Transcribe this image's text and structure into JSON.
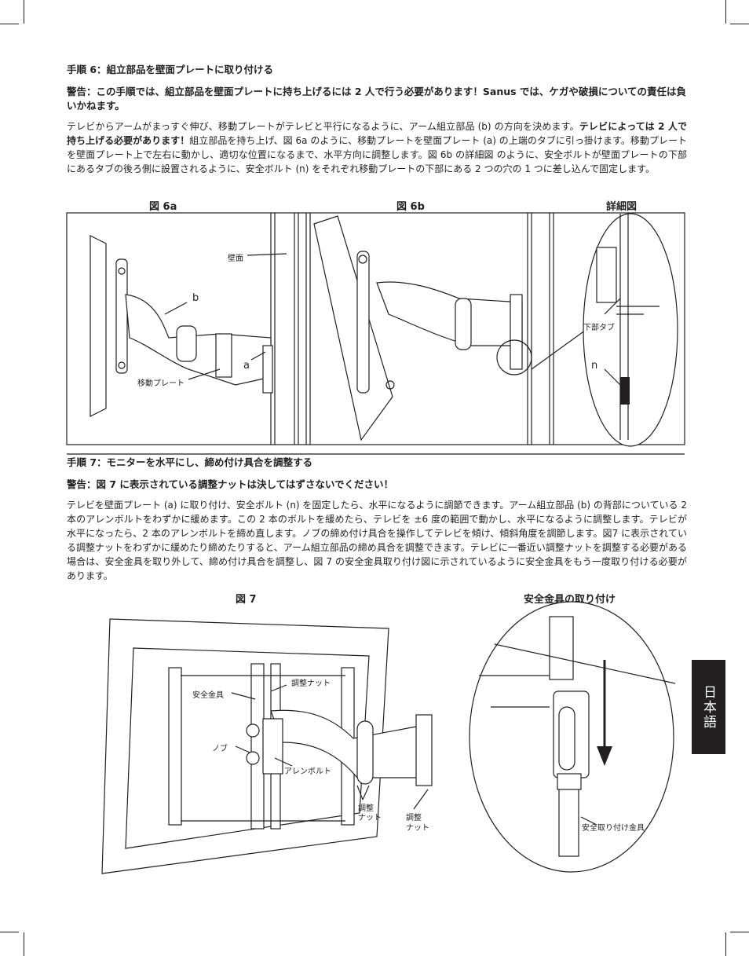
{
  "step6": {
    "heading": "手順 6：組立部品を壁面プレートに取り付ける",
    "warning": "警告：この手順では、組立部品を壁面プレートに持ち上げるには 2 人で行う必要があります！Sanus では、ケガや破損についての責任は負いかねます。",
    "para_a": "テレビからアームがまっすぐ伸び、移動プレートがテレビと平行になるように、アーム組立部品 (b) の方向を決めます。",
    "para_bold": "テレビによっては 2 人で持ち上げる必要があります！",
    "para_b": "組立部品を持ち上げ、図 6a のように、移動プレートを壁面プレート (a) の上端のタブに引っ掛けます。移動プレートを壁面プレート上で左右に動かし、適切な位置になるまで、水平方向に調整します。図 6b の詳細図 のように、安全ボルトが壁面プレートの下部にあるタブの後ろ側に設置されるように、安全ボルト (n) をそれぞれ移動プレートの下部にある 2 つの穴の 1 つに差し込んで固定します。"
  },
  "fig6": {
    "label_a": "図 6a",
    "label_b": "図 6b",
    "label_detail": "詳細図",
    "callout_wall": "壁面",
    "callout_b": "b",
    "callout_a": "a",
    "callout_moving_plate": "移動プレート",
    "callout_lower_tab": "下部タブ",
    "callout_n": "n"
  },
  "step7": {
    "heading": "手順 7：モニターを水平にし、締め付け具合を調整する",
    "warning": "警告：図 7 に表示されている調整ナットは決してはずさないでください！",
    "para": "テレビを壁面プレート (a) に取り付け、安全ボルト (n) を固定したら、水平になるように調節できます。アーム組立部品 (b) の背部についている 2 本のアレンボルトをわずかに緩めます。この 2 本のボルトを緩めたら、テレビを ±6 度の範囲で動かし、水平になるように調整します。テレビが水平になったら、2 本のアレンボルトを締め直します。ノブの締め付け具合を操作してテレビを傾け、傾斜角度を調節します。図7 に表示されている調整ナットをわずかに緩めたり締めたりすると、アーム組立部品の締め具合を調整できます。テレビに一番近い調整ナットを調整する必要がある場合は、安全金具を取り外して、締め付け具合を調整し、図 7 の安全金具取り付け図に示されているように安全金具をもう一度取り付ける必要があります。"
  },
  "fig7": {
    "label": "図 7",
    "label_safety": "安全金具の取り付け",
    "callout_adjust_nut_top": "調整ナット",
    "callout_safety_bracket": "安全金具",
    "callout_knob": "ノブ",
    "callout_allen_bolt": "アレンボルト",
    "callout_adjust_nut_mid_1": "調整",
    "callout_adjust_nut_mid_2": "ナット",
    "callout_adjust_nut_right_1": "調整",
    "callout_adjust_nut_right_2": "ナット",
    "callout_safety_mount": "安全取り付け金具"
  },
  "side_tab": "日本語"
}
